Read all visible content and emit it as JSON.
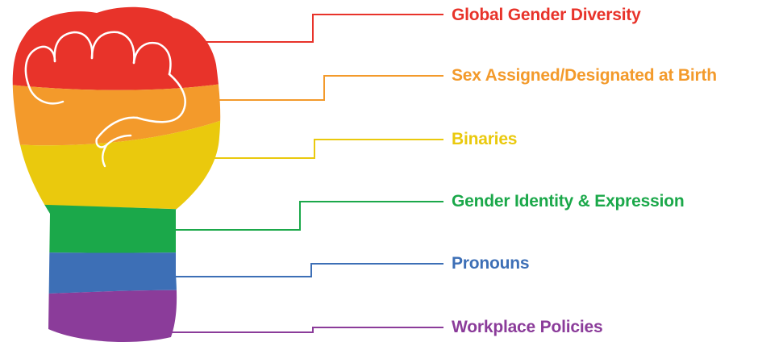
{
  "topics": [
    {
      "label": "Global Gender Diversity",
      "color": "#e8332a"
    },
    {
      "label": "Sex Assigned/Designated at Birth",
      "color": "#f39a2b"
    },
    {
      "label": "Binaries",
      "color": "#eac90d"
    },
    {
      "label": "Gender Identity & Expression",
      "color": "#1ba84a"
    },
    {
      "label": "Pronouns",
      "color": "#3d6fb6"
    },
    {
      "label": "Workplace Policies",
      "color": "#8b3c9a"
    }
  ],
  "icon": "rainbow-raised-fist-icon"
}
